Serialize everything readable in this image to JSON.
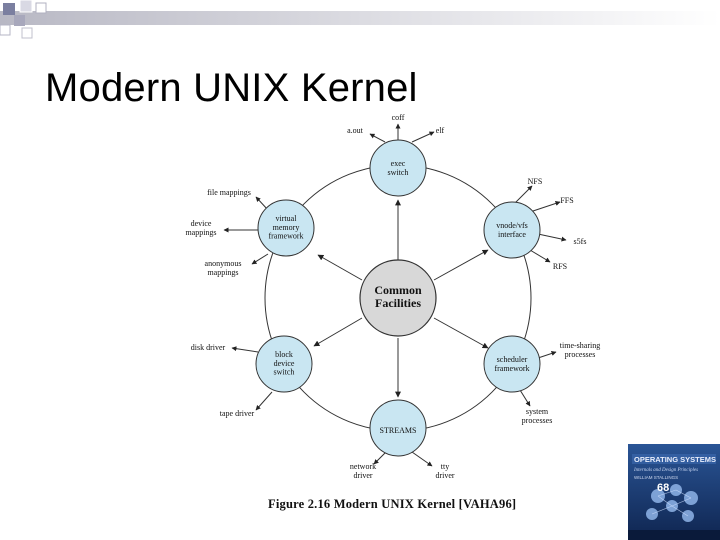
{
  "slide": {
    "title": "Modern UNIX Kernel",
    "caption": "Figure 2.16   Modern UNIX Kernel [VAHA96]",
    "page_number": "68"
  },
  "diagram": {
    "center": "Common\nFacilities",
    "nodes": {
      "exec_switch": "exec\nswitch",
      "vm_framework": "virtual\nmemory\nframework",
      "vnode_vfs": "vnode/vfs\ninterface",
      "block_device": "block\ndevice\nswitch",
      "scheduler": "scheduler\nframework",
      "streams": "STREAMS"
    },
    "externals": {
      "coff": "coff",
      "aout": "a.out",
      "elf": "elf",
      "nfs": "NFS",
      "ffs": "FFS",
      "s5fs": "s5fs",
      "rfs": "RFS",
      "file_mappings": "file mappings",
      "device_mappings": "device\nmappings",
      "anonymous_mappings": "anonymous\nmappings",
      "disk_driver": "disk driver",
      "tape_driver": "tape driver",
      "time_sharing": "time-sharing\nprocesses",
      "system_processes": "system\nprocesses",
      "network_driver": "network\ndriver",
      "tty_driver": "tty\ndriver"
    }
  },
  "colors": {
    "node_fill": "#c9e6f2",
    "center_fill": "#d8d8d8",
    "book_cover": "#1d3f7a"
  },
  "icons": {
    "corner": "decorative-square-grid",
    "book": "operating-systems-book-cover"
  }
}
